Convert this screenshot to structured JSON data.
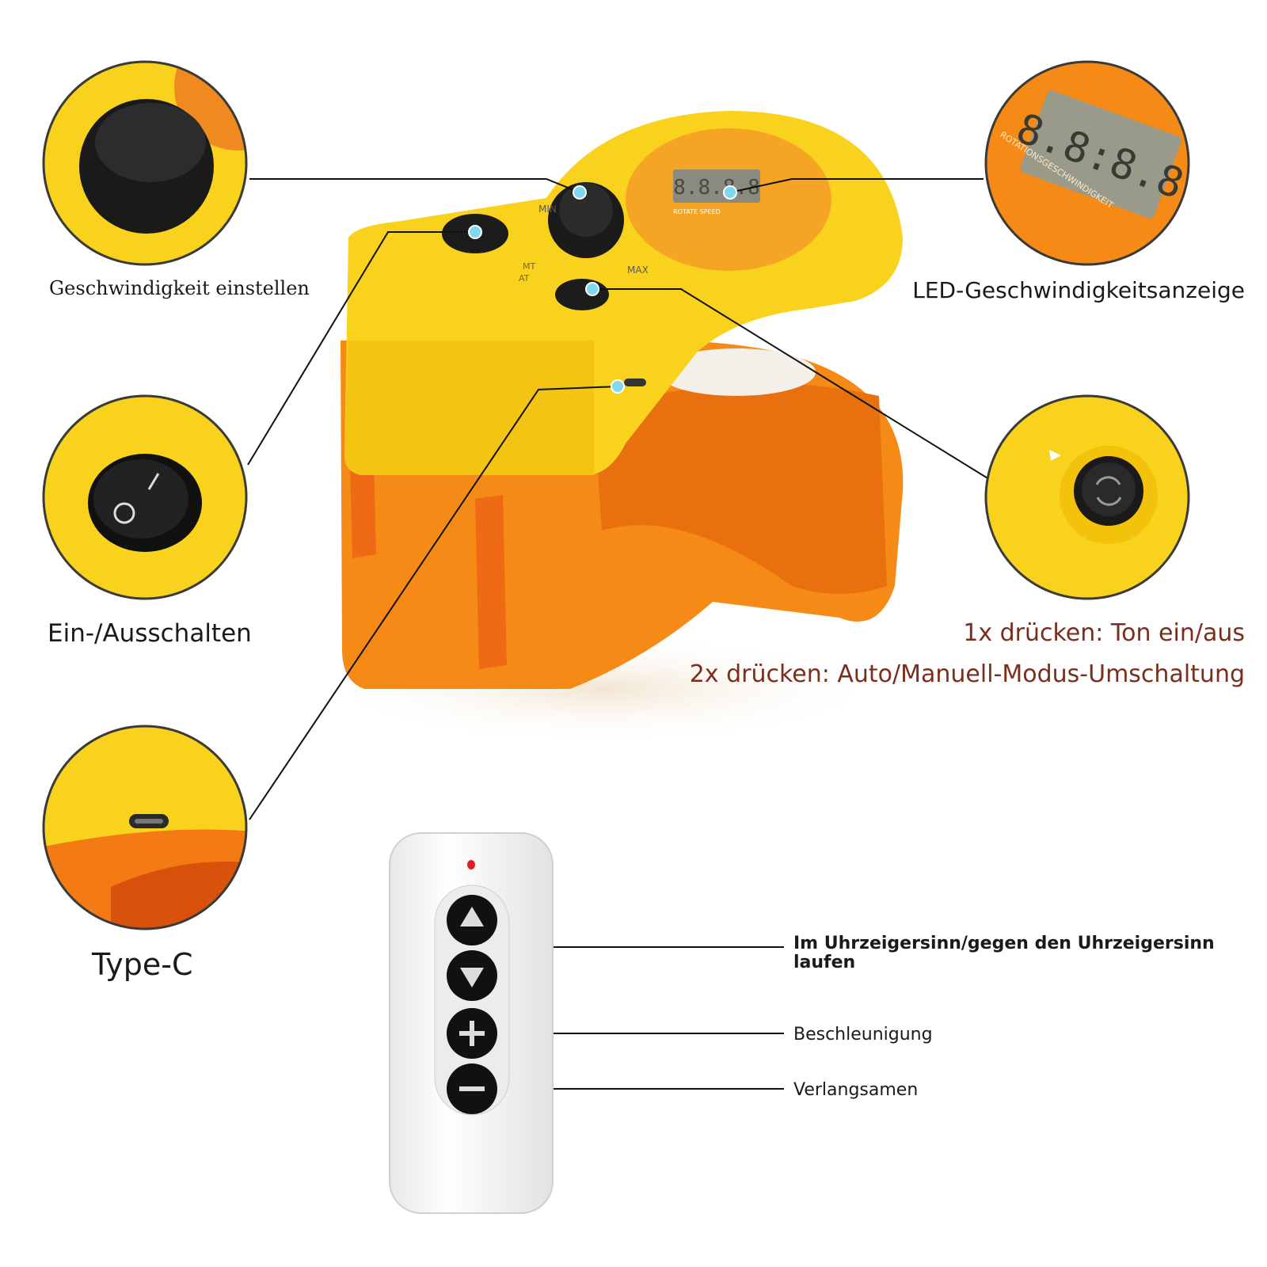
{
  "product": {
    "display_digits": "8.8.8.8",
    "display_caption": "ROTATE SPEED",
    "knob_min": "MIN",
    "knob_max": "MAX",
    "mode_mt": "MT",
    "mode_at": "AT"
  },
  "callouts": {
    "speed": "Geschwindigkeit einstellen",
    "power": "Ein-/Ausschalten",
    "typec": "Type-C",
    "led": "LED-Geschwindigkeitsanzeige",
    "press_once": "1x drücken: Ton ein/aus",
    "press_twice": "2x drücken: Auto/Manuell-Modus-Umschaltung",
    "led_zoom_caption": "ROTATIONSGESCHWINDIGKEIT",
    "led_zoom_digits": "8.8:8.8"
  },
  "remote": {
    "direction": "Im Uhrzeigersinn/gegen den Uhrzeigersinn laufen",
    "accelerate": "Beschleunigung",
    "slow_down": "Verlangsamen",
    "buttons": [
      "up-arrow-icon",
      "down-arrow-icon",
      "plus-icon",
      "minus-icon"
    ]
  },
  "colors": {
    "yellow": "#f8d21c",
    "orange": "#f58a16",
    "dark_orange": "#e2640c",
    "label_red": "#7a2e1c",
    "dot": "#7fd8ee"
  }
}
